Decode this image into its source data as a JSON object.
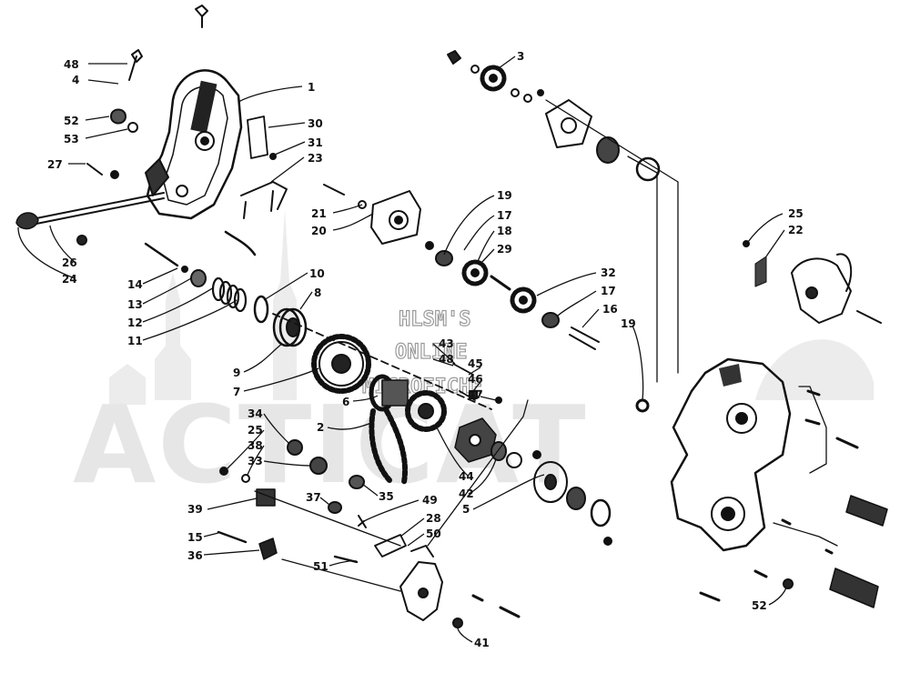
{
  "watermark": {
    "lines": [
      "HLSM'S",
      "ONLINE",
      "MICROFICHE"
    ],
    "logo_text": "ACTICAT"
  },
  "colors": {
    "ink": "#111111",
    "watermark": "#cfcfcf"
  },
  "callouts": [
    {
      "id": "c48",
      "label": "48"
    },
    {
      "id": "c4",
      "label": "4"
    },
    {
      "id": "c1",
      "label": "1"
    },
    {
      "id": "c52a",
      "label": "52"
    },
    {
      "id": "c53",
      "label": "53"
    },
    {
      "id": "c30",
      "label": "30"
    },
    {
      "id": "c31",
      "label": "31"
    },
    {
      "id": "c27",
      "label": "27"
    },
    {
      "id": "c23",
      "label": "23"
    },
    {
      "id": "c21",
      "label": "21"
    },
    {
      "id": "c20",
      "label": "20"
    },
    {
      "id": "c26",
      "label": "26"
    },
    {
      "id": "c24",
      "label": "24"
    },
    {
      "id": "c14",
      "label": "14"
    },
    {
      "id": "c13",
      "label": "13"
    },
    {
      "id": "c12",
      "label": "12"
    },
    {
      "id": "c11",
      "label": "11"
    },
    {
      "id": "c10",
      "label": "10"
    },
    {
      "id": "c8",
      "label": "8"
    },
    {
      "id": "c9",
      "label": "9"
    },
    {
      "id": "c7",
      "label": "7"
    },
    {
      "id": "c6",
      "label": "6"
    },
    {
      "id": "c3",
      "label": "3"
    },
    {
      "id": "c19a",
      "label": "19"
    },
    {
      "id": "c17a",
      "label": "17"
    },
    {
      "id": "c18",
      "label": "18"
    },
    {
      "id": "c29",
      "label": "29"
    },
    {
      "id": "c32",
      "label": "32"
    },
    {
      "id": "c17b",
      "label": "17"
    },
    {
      "id": "c16",
      "label": "16"
    },
    {
      "id": "c19b",
      "label": "19"
    },
    {
      "id": "c25a",
      "label": "25"
    },
    {
      "id": "c22",
      "label": "22"
    },
    {
      "id": "c43",
      "label": "43"
    },
    {
      "id": "c48b",
      "label": "48"
    },
    {
      "id": "c45",
      "label": "45"
    },
    {
      "id": "c46",
      "label": "46"
    },
    {
      "id": "c47",
      "label": "47"
    },
    {
      "id": "c34",
      "label": "34"
    },
    {
      "id": "c25b",
      "label": "25"
    },
    {
      "id": "c38",
      "label": "38"
    },
    {
      "id": "c33",
      "label": "33"
    },
    {
      "id": "c2",
      "label": "2"
    },
    {
      "id": "c44",
      "label": "44"
    },
    {
      "id": "c42",
      "label": "42"
    },
    {
      "id": "c5",
      "label": "5"
    },
    {
      "id": "c35",
      "label": "35"
    },
    {
      "id": "c39",
      "label": "39"
    },
    {
      "id": "c37",
      "label": "37"
    },
    {
      "id": "c49",
      "label": "49"
    },
    {
      "id": "c28",
      "label": "28"
    },
    {
      "id": "c50",
      "label": "50"
    },
    {
      "id": "c15",
      "label": "15"
    },
    {
      "id": "c36",
      "label": "36"
    },
    {
      "id": "c51",
      "label": "51"
    },
    {
      "id": "c41",
      "label": "41"
    },
    {
      "id": "c52b",
      "label": "52"
    }
  ]
}
